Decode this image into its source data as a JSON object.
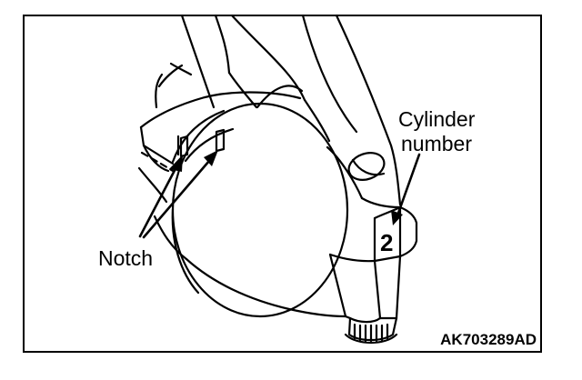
{
  "labels": {
    "notch": "Notch",
    "cylinder_line1": "Cylinder",
    "cylinder_line2": "number",
    "cylinder_mark": "2",
    "figure_code": "AK703289AD"
  },
  "colors": {
    "line": "#000000",
    "paper": "#ffffff"
  }
}
